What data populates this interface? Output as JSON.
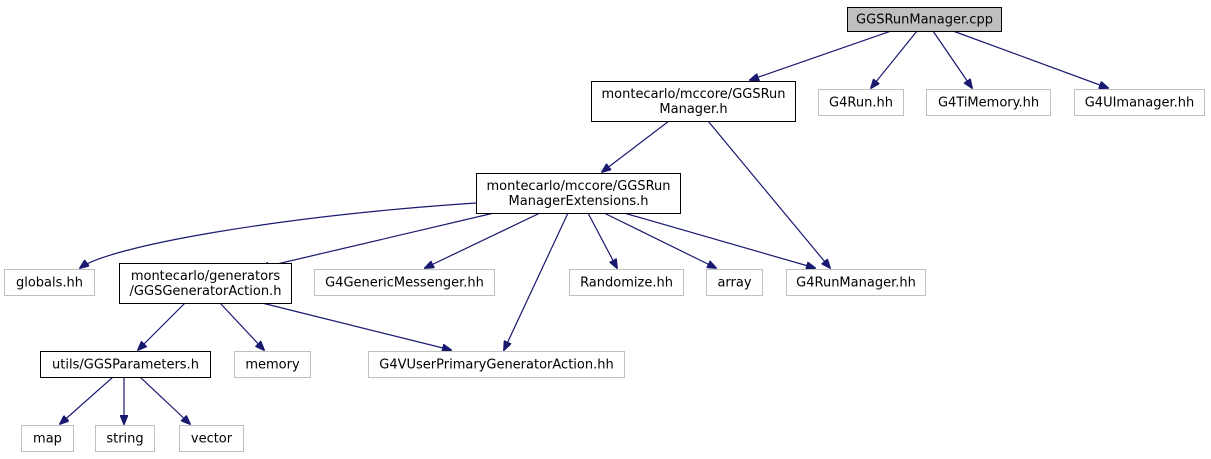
{
  "diagram": {
    "colors": {
      "edge": "#191970",
      "main_border": "#000000",
      "sys_border": "#bfbfbf",
      "root_fill": "#bfbfbf",
      "text": "#000000"
    },
    "nodes": [
      {
        "id": "root",
        "lines": [
          "GGSRunManager.cpp"
        ],
        "style": "root"
      },
      {
        "id": "mgr_h",
        "lines": [
          "montecarlo/mccore/GGSRun",
          "Manager.h"
        ],
        "style": "main"
      },
      {
        "id": "g4run",
        "lines": [
          "G4Run.hh"
        ],
        "style": "sys"
      },
      {
        "id": "g4timem",
        "lines": [
          "G4TiMemory.hh"
        ],
        "style": "sys"
      },
      {
        "id": "g4ui",
        "lines": [
          "G4UImanager.hh"
        ],
        "style": "sys"
      },
      {
        "id": "ext_h",
        "lines": [
          "montecarlo/mccore/GGSRun",
          "ManagerExtensions.h"
        ],
        "style": "main"
      },
      {
        "id": "globals",
        "lines": [
          "globals.hh"
        ],
        "style": "sys"
      },
      {
        "id": "genaction",
        "lines": [
          "montecarlo/generators",
          "/GGSGeneratorAction.h"
        ],
        "style": "main"
      },
      {
        "id": "g4msg",
        "lines": [
          "G4GenericMessenger.hh"
        ],
        "style": "sys"
      },
      {
        "id": "randomize",
        "lines": [
          "Randomize.hh"
        ],
        "style": "sys"
      },
      {
        "id": "array",
        "lines": [
          "array"
        ],
        "style": "sys"
      },
      {
        "id": "g4runmgr",
        "lines": [
          "G4RunManager.hh"
        ],
        "style": "sys"
      },
      {
        "id": "params",
        "lines": [
          "utils/GGSParameters.h"
        ],
        "style": "main"
      },
      {
        "id": "memory",
        "lines": [
          "memory"
        ],
        "style": "sys"
      },
      {
        "id": "g4vupga",
        "lines": [
          "G4VUserPrimaryGeneratorAction.hh"
        ],
        "style": "sys"
      },
      {
        "id": "map",
        "lines": [
          "map"
        ],
        "style": "sys"
      },
      {
        "id": "string",
        "lines": [
          "string"
        ],
        "style": "sys"
      },
      {
        "id": "vector",
        "lines": [
          "vector"
        ],
        "style": "sys"
      }
    ],
    "edges": [
      [
        "root",
        "mgr_h"
      ],
      [
        "root",
        "g4run"
      ],
      [
        "root",
        "g4timem"
      ],
      [
        "root",
        "g4ui"
      ],
      [
        "mgr_h",
        "ext_h"
      ],
      [
        "mgr_h",
        "g4runmgr"
      ],
      [
        "ext_h",
        "globals"
      ],
      [
        "ext_h",
        "genaction"
      ],
      [
        "ext_h",
        "g4msg"
      ],
      [
        "ext_h",
        "g4vupga"
      ],
      [
        "ext_h",
        "randomize"
      ],
      [
        "ext_h",
        "array"
      ],
      [
        "ext_h",
        "g4runmgr"
      ],
      [
        "genaction",
        "params"
      ],
      [
        "genaction",
        "memory"
      ],
      [
        "genaction",
        "g4vupga"
      ],
      [
        "params",
        "map"
      ],
      [
        "params",
        "string"
      ],
      [
        "params",
        "vector"
      ]
    ]
  }
}
